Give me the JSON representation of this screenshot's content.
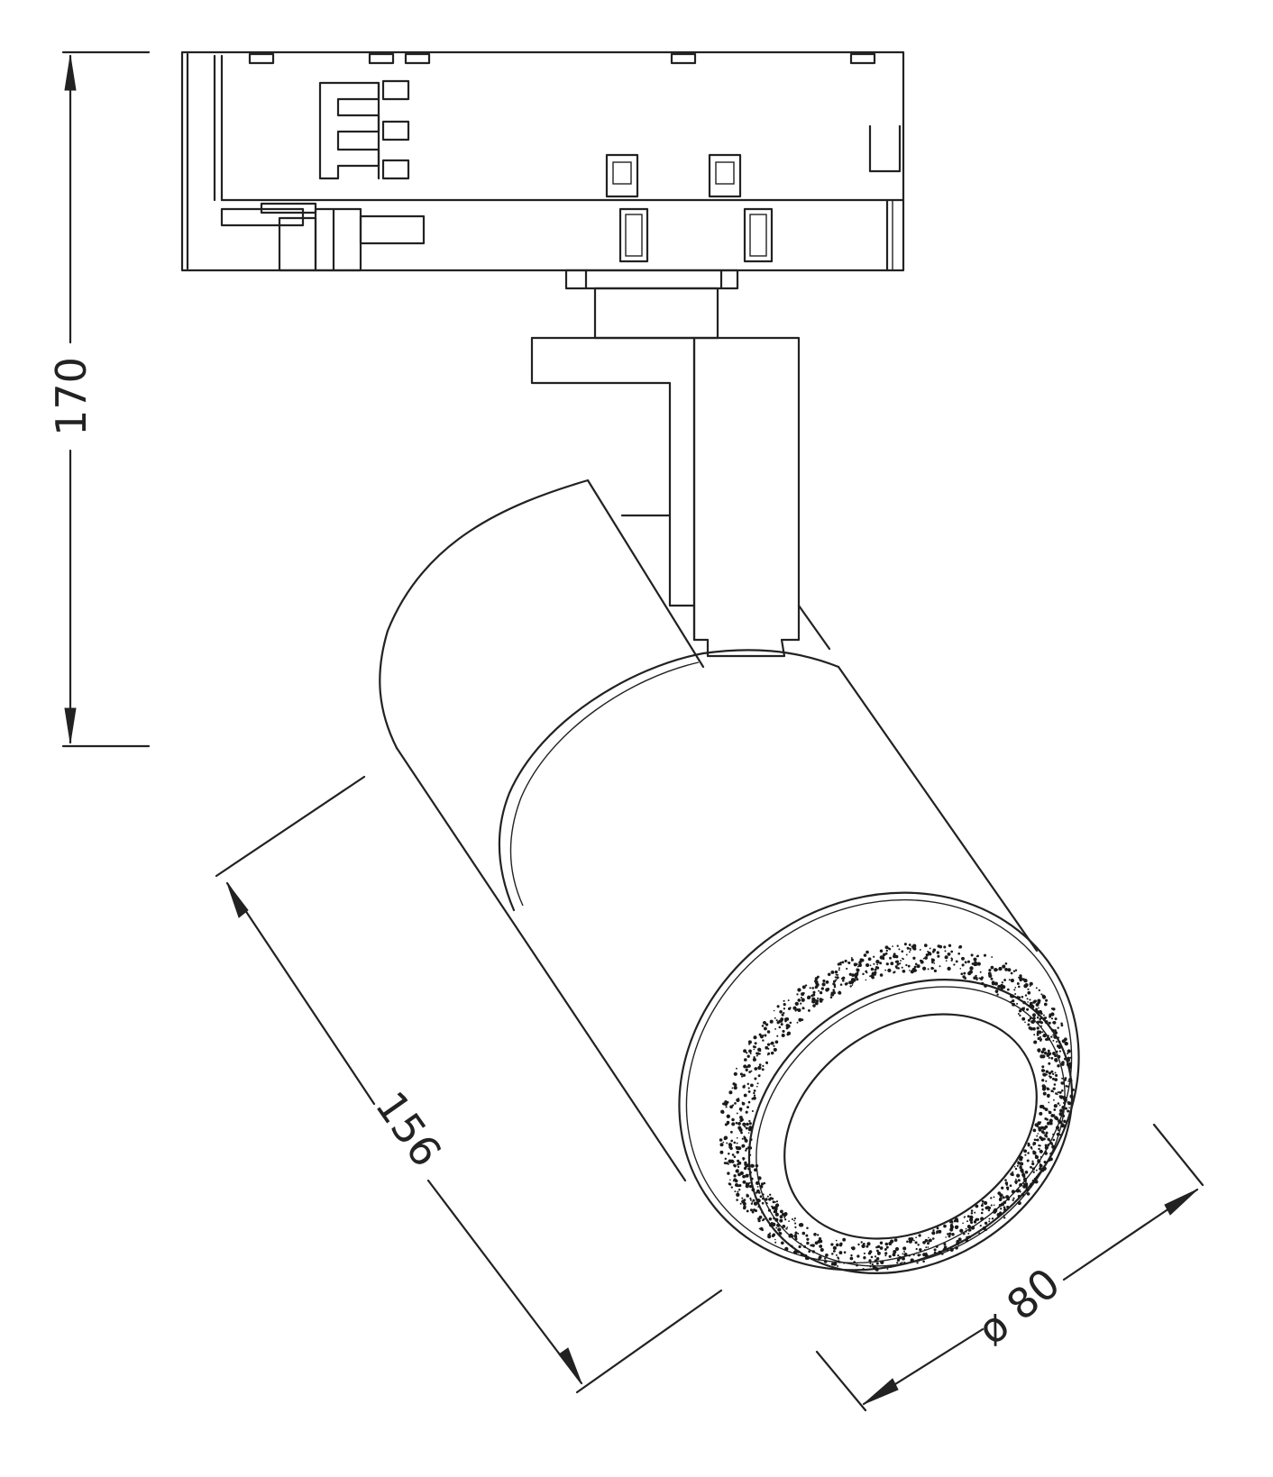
{
  "dimensions": {
    "height": "170",
    "length": "156",
    "diameter": "ø 80"
  },
  "colors": {
    "line": "#222222",
    "background": "#ffffff"
  }
}
